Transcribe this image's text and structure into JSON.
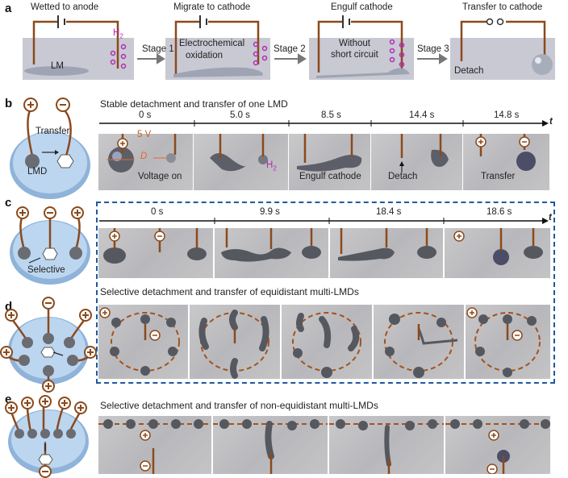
{
  "panels": {
    "a": "a",
    "b": "b",
    "c": "c",
    "d": "d",
    "e": "e"
  },
  "a": {
    "stages": [
      "Wetted to anode",
      "Migrate to cathode",
      "Engulf cathode",
      "Transfer to cathode"
    ],
    "arrows": [
      "Stage 1",
      "Stage 2",
      "Stage 3"
    ],
    "h2": "H",
    "h2sub": "2",
    "lm": "LM",
    "notes": [
      "Electrochemical",
      "oxidation",
      "Without",
      "short circuit",
      "Detach"
    ]
  },
  "b": {
    "title": "Stable detachment and transfer of one LMD",
    "times": [
      "0 s",
      "5.0 s",
      "8.5 s",
      "14.4 s",
      "14.8 s"
    ],
    "t_axis": "t",
    "schematic": {
      "transfer": "Transfer",
      "lmd": "LMD"
    },
    "photo_labels": {
      "voltage": "5 V",
      "d": "D",
      "voltage_on": "Voltage on",
      "h2": "H",
      "h2sub": "2",
      "engulf": "Engulf cathode",
      "detach": "Detach",
      "transfer": "Transfer"
    }
  },
  "c": {
    "times": [
      "0 s",
      "9.9 s",
      "18.4 s",
      "18.6 s"
    ],
    "t_axis": "t",
    "schematic": {
      "selective": "Selective"
    }
  },
  "d": {
    "title": "Selective detachment and transfer of equidistant multi-LMDs"
  },
  "e": {
    "title": "Selective detachment and transfer of non-equidistant multi-LMDs"
  },
  "colors": {
    "electrode": "#8b4a1c",
    "plus": "#8b4a1c",
    "dash": "#1d5aa0",
    "dish": "#a9c9ea",
    "bubble": "#b42ab4"
  }
}
